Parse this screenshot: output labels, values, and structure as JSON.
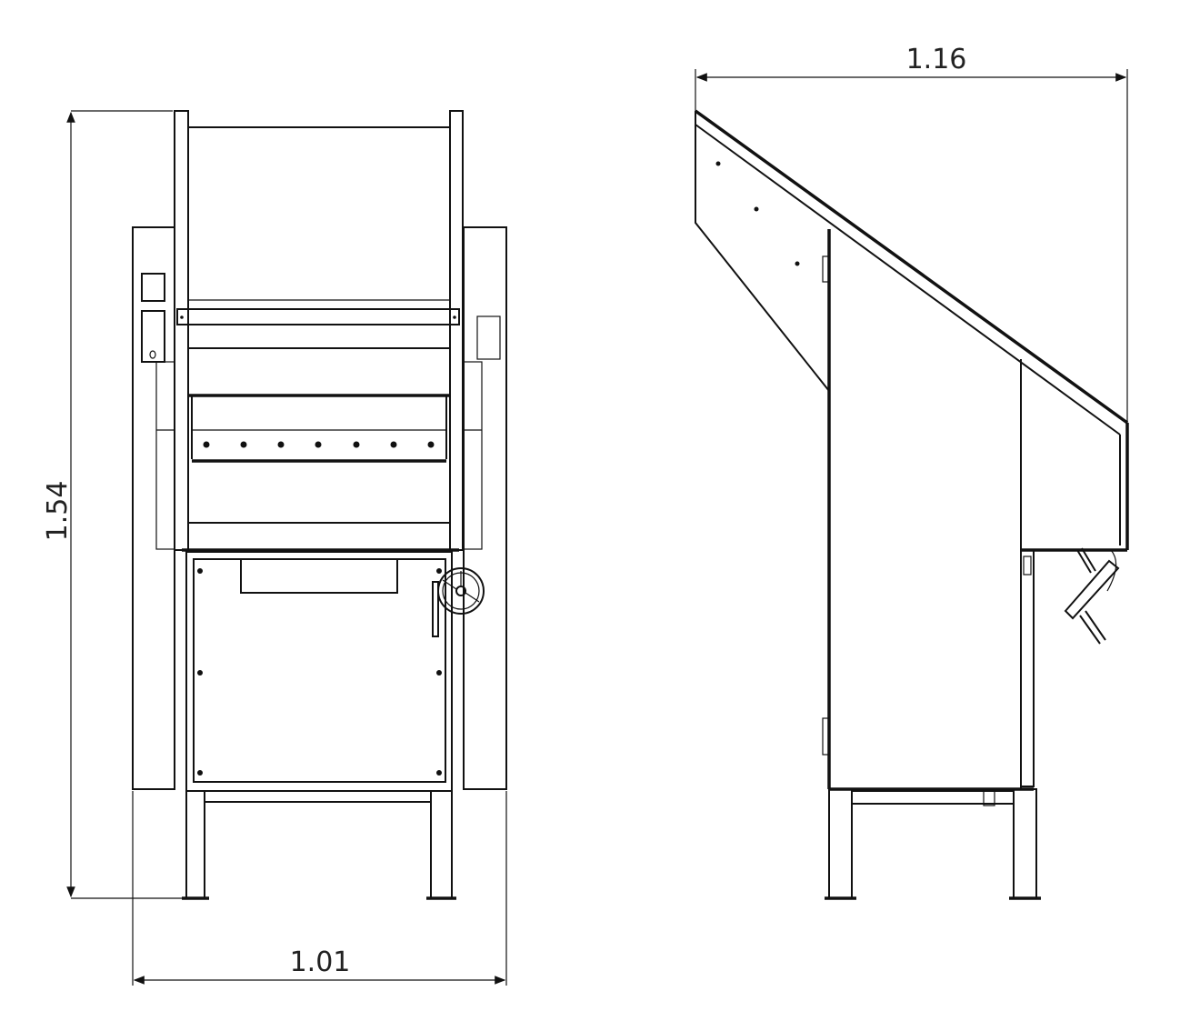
{
  "drawing": {
    "front_view": {
      "height_dimension": "1.54",
      "width_dimension": "1.01"
    },
    "side_view": {
      "depth_dimension": "1.16"
    },
    "colors": {
      "line": "#111111",
      "background": "#ffffff"
    }
  }
}
